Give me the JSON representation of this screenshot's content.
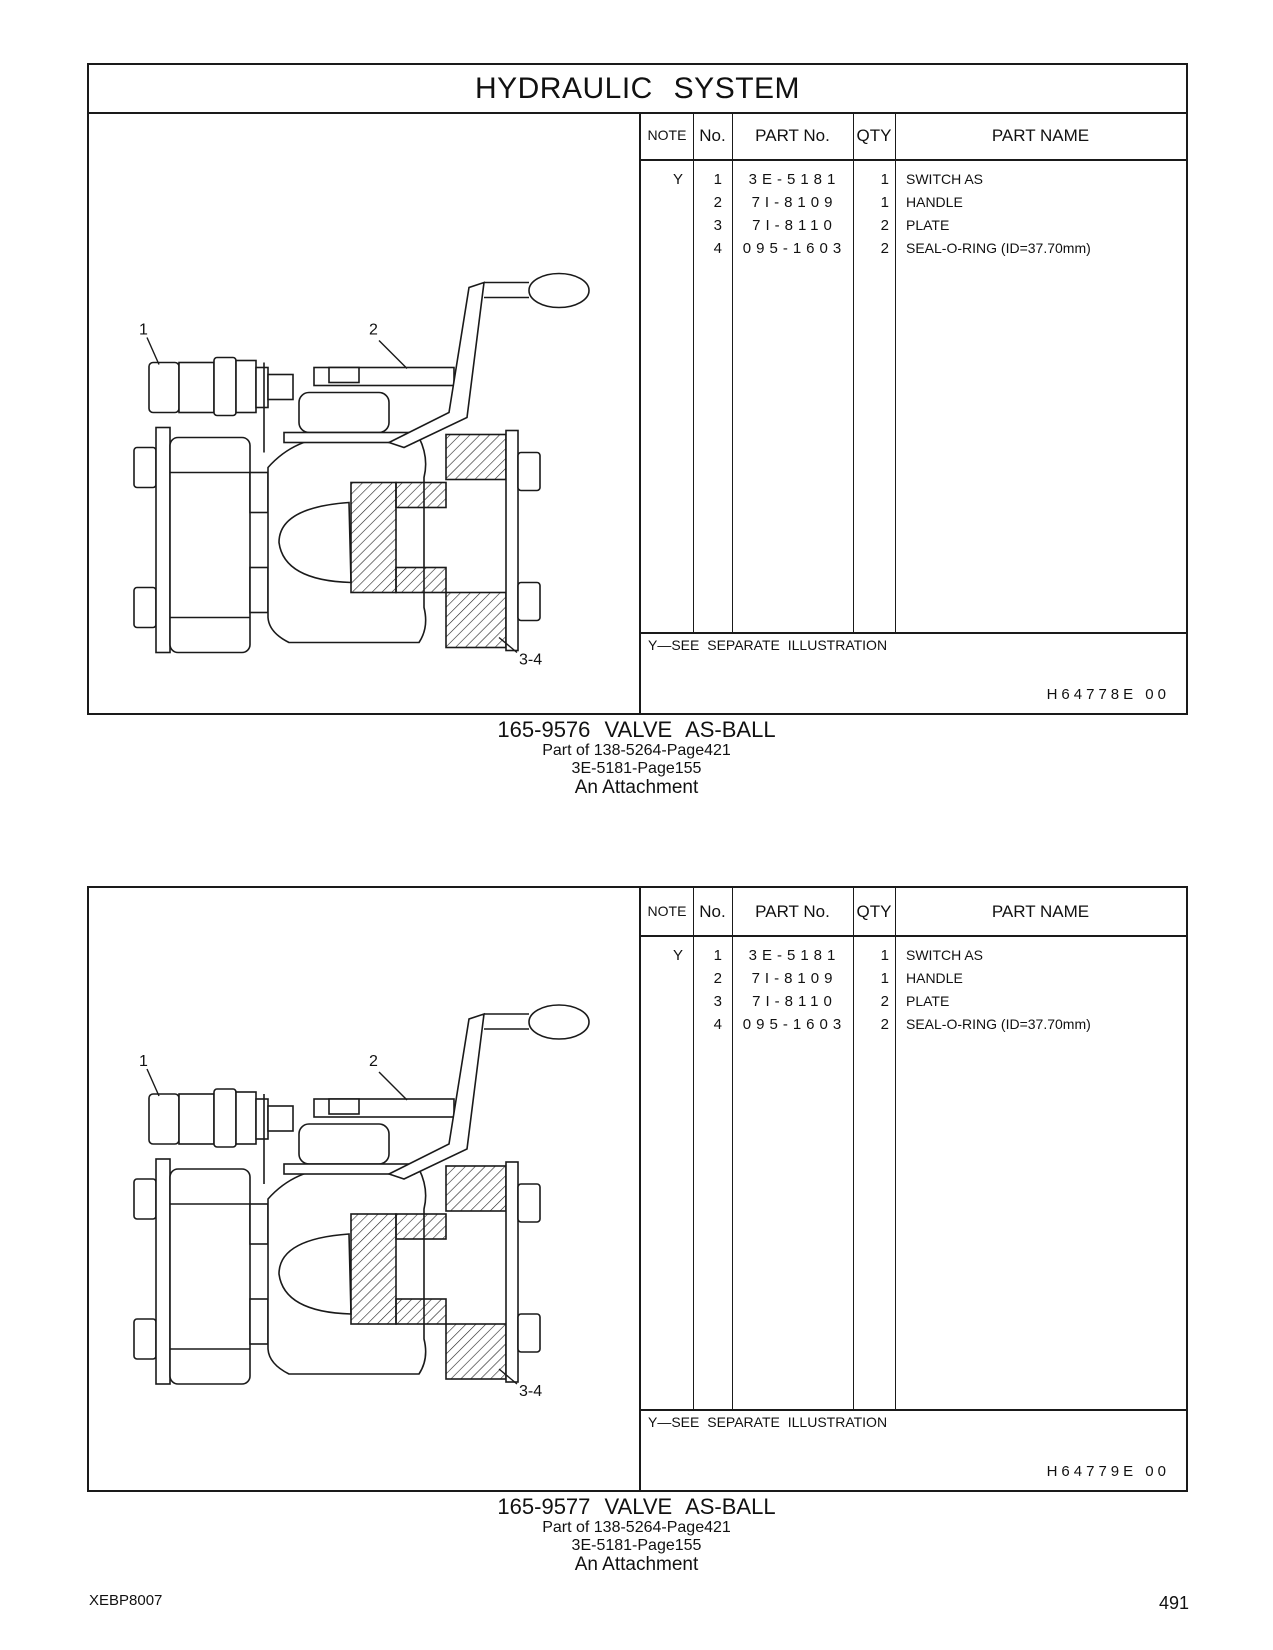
{
  "section_title": "HYDRAULIC SYSTEM",
  "table_headers": {
    "note": "NOTE",
    "no": "No.",
    "part_no": "PART No.",
    "qty": "QTY",
    "part_name": "PART NAME"
  },
  "callouts": {
    "c1": "1",
    "c2": "2",
    "c34": "3-4"
  },
  "panels": [
    {
      "rows": [
        {
          "note": "Y",
          "no": "1",
          "part_no": "3E-5181",
          "qty": "1",
          "part_name": "SWITCH AS"
        },
        {
          "note": "",
          "no": "2",
          "part_no": "7I-8109",
          "qty": "1",
          "part_name": "HANDLE"
        },
        {
          "note": "",
          "no": "3",
          "part_no": "7I-8110",
          "qty": "2",
          "part_name": "PLATE"
        },
        {
          "note": "",
          "no": "4",
          "part_no": "095-1603",
          "qty": "2",
          "part_name": "SEAL-O-RING (ID=37.70mm)"
        }
      ],
      "see_note": "Y—SEE SEPARATE ILLUSTRATION",
      "drawing_code": "H64778E 00",
      "caption": {
        "title": "165-9576 VALVE AS-BALL",
        "line1": "Part of 138-5264-Page421",
        "line2": "3E-5181-Page155",
        "line3": "An Attachment"
      }
    },
    {
      "rows": [
        {
          "note": "Y",
          "no": "1",
          "part_no": "3E-5181",
          "qty": "1",
          "part_name": "SWITCH AS"
        },
        {
          "note": "",
          "no": "2",
          "part_no": "7I-8109",
          "qty": "1",
          "part_name": "HANDLE"
        },
        {
          "note": "",
          "no": "3",
          "part_no": "7I-8110",
          "qty": "2",
          "part_name": "PLATE"
        },
        {
          "note": "",
          "no": "4",
          "part_no": "095-1603",
          "qty": "2",
          "part_name": "SEAL-O-RING (ID=37.70mm)"
        }
      ],
      "see_note": "Y—SEE SEPARATE ILLUSTRATION",
      "drawing_code": "H64779E 00",
      "caption": {
        "title": "165-9577 VALVE AS-BALL",
        "line1": "Part of 138-5264-Page421",
        "line2": "3E-5181-Page155",
        "line3": "An Attachment"
      }
    }
  ],
  "doc_id": "XEBP8007",
  "page_number": "491"
}
